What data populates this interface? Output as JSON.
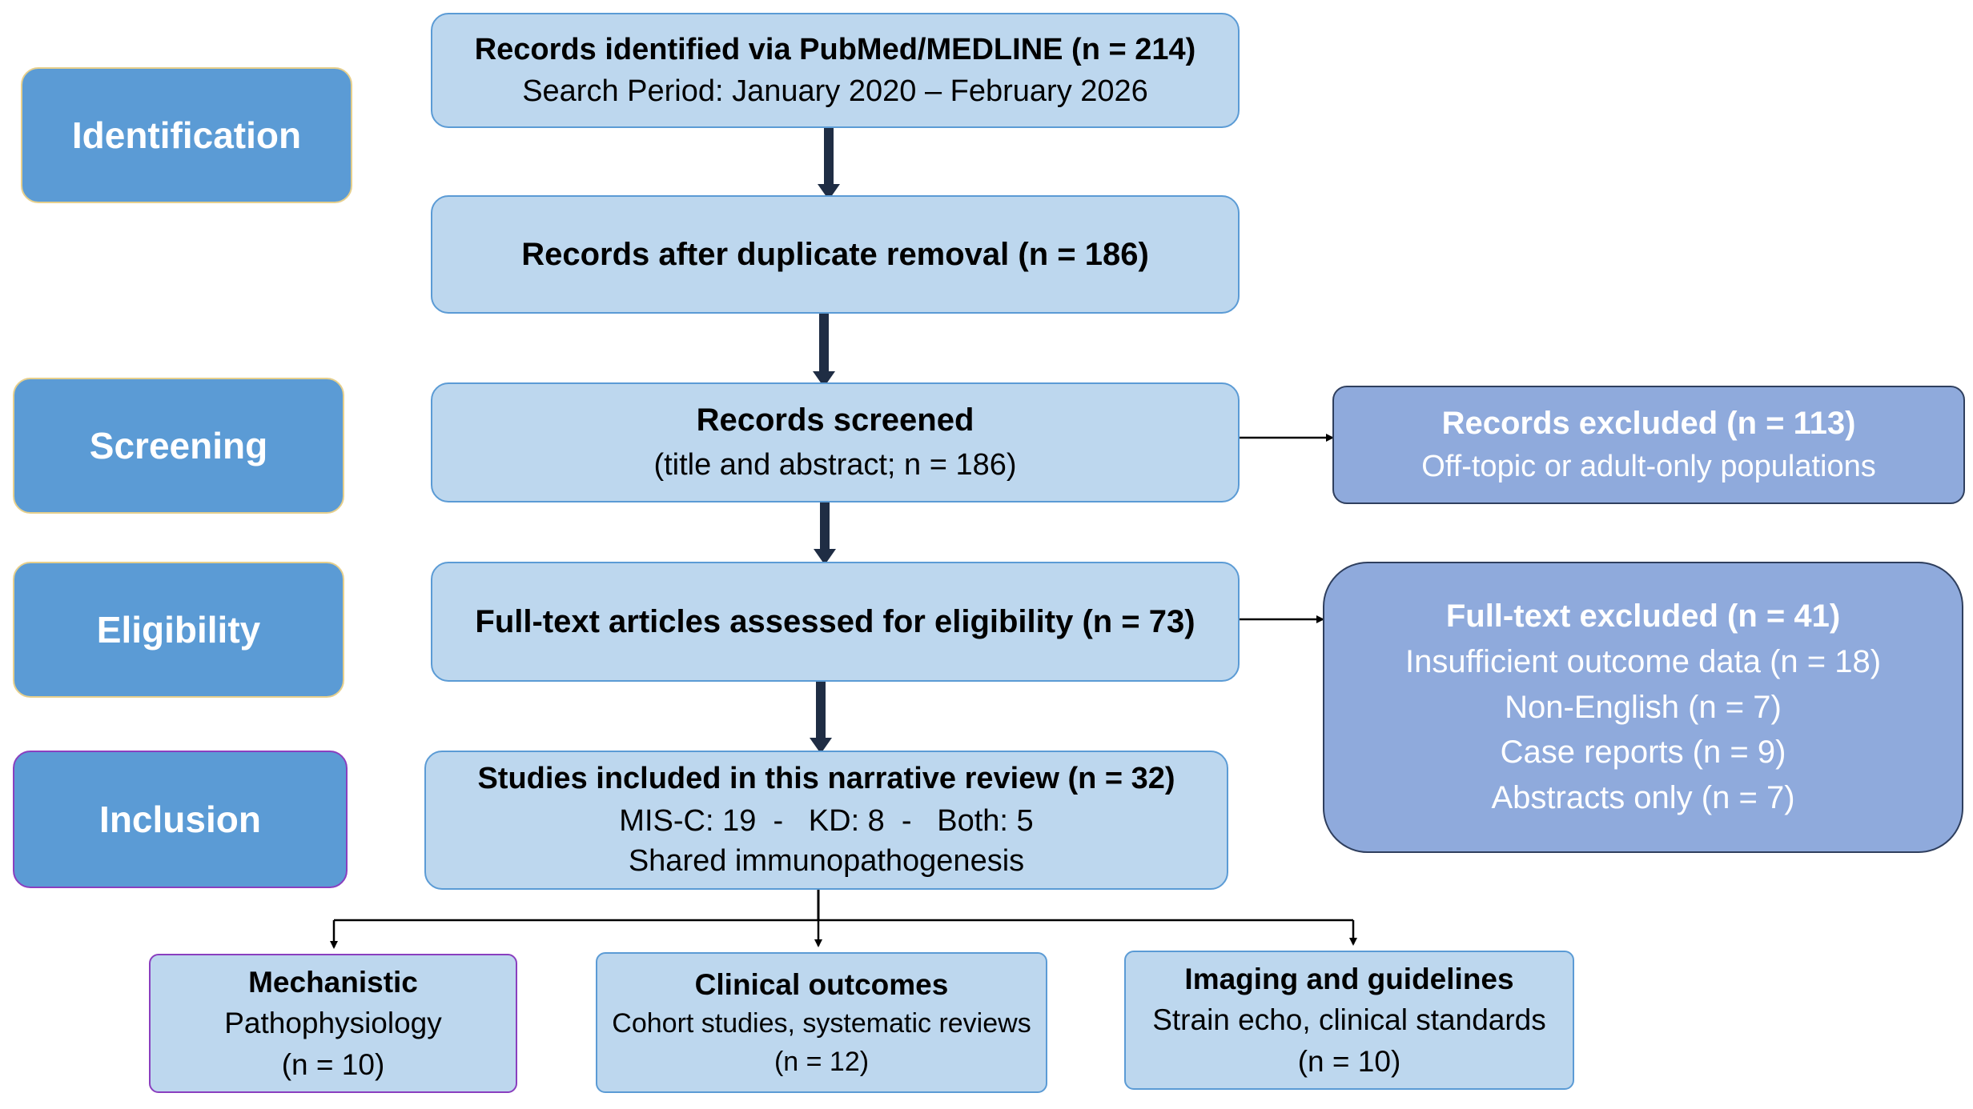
{
  "phases": {
    "identification": "Identification",
    "screening": "Screening",
    "eligibility": "Eligibility",
    "inclusion": "Inclusion"
  },
  "records_identified": {
    "title": "Records identified via PubMed/MEDLINE (n = 214)",
    "detail": "Search Period: January 2020 – February 2026"
  },
  "after_duplicates": {
    "title": "Records after duplicate removal (n = 186)"
  },
  "screened": {
    "title": "Records screened",
    "detail": "(title and abstract; n = 186)"
  },
  "excluded_screening": {
    "title": "Records excluded (n = 113)",
    "detail": "Off-topic or adult-only populations"
  },
  "full_text_assessed": {
    "title": "Full-text articles assessed for eligibility (n = 73)"
  },
  "excluded_full_text": {
    "title": "Full-text excluded (n = 41)",
    "reasons": [
      "Insufficient outcome data (n = 18)",
      "Non-English (n = 7)",
      "Case reports (n = 9)",
      "Abstracts only (n = 7)"
    ]
  },
  "included": {
    "title": "Studies included in this narrative review (n = 32)",
    "breakdown": "MIS-C: 19  -   KD: 8  -   Both: 5",
    "detail": "Shared immunopathogenesis"
  },
  "categories": {
    "mechanistic": {
      "title": "Mechanistic",
      "line1": "Pathophysiology",
      "line2": "(n = 10)"
    },
    "clinical": {
      "title": "Clinical outcomes",
      "line1": "Cohort studies, systematic reviews",
      "line2": "(n = 12)"
    },
    "imaging": {
      "title": "Imaging and guidelines",
      "line1": "Strain echo, clinical standards",
      "line2": "(n = 10)"
    }
  },
  "colors": {
    "phase_fill": "#5b9bd5",
    "box_fill": "#bdd7ee",
    "excluded_fill": "#8faadc",
    "arrow": "#1f2d44"
  }
}
